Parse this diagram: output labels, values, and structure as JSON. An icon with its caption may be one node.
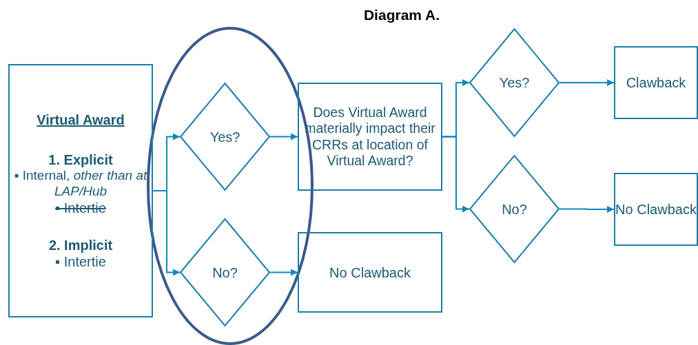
{
  "diagram": {
    "title": "Diagram A.",
    "nodes": [
      {
        "text": [
          "Virtual Award",
          "1. Explicit",
          "▪ Internal, *other than at LAP/Hub*",
          "▪  Intertie",
          "2. Implicit",
          "▪ Intertie"
        ]
      },
      {
        "text": [
          "Yes?"
        ]
      },
      {
        "text": [
          "No?"
        ]
      },
      {
        "text": [
          "Does Virtual Award materially impact their CRRs at location of Virtual Award?"
        ]
      },
      {
        "text": [
          "No Clawback"
        ]
      },
      {
        "text": [
          "Yes?"
        ]
      },
      {
        "text": [
          "No?"
        ]
      },
      {
        "text": [
          "Clawback"
        ]
      },
      {
        "text": [
          "No Clawback"
        ]
      }
    ],
    "edges": [
      {
        "from": 0,
        "to": 1,
        "arrow": "to"
      },
      {
        "from": 0,
        "to": 2,
        "arrow": "to"
      },
      {
        "from": 1,
        "to": 3,
        "arrow": "to"
      },
      {
        "from": 2,
        "to": 4,
        "arrow": "to"
      },
      {
        "from": 3,
        "to": 5,
        "arrow": "to"
      },
      {
        "from": 3,
        "to": 6,
        "arrow": "to"
      },
      {
        "from": 5,
        "to": 7,
        "arrow": "to"
      },
      {
        "from": 6,
        "to": 8,
        "arrow": "to"
      }
    ]
  }
}
